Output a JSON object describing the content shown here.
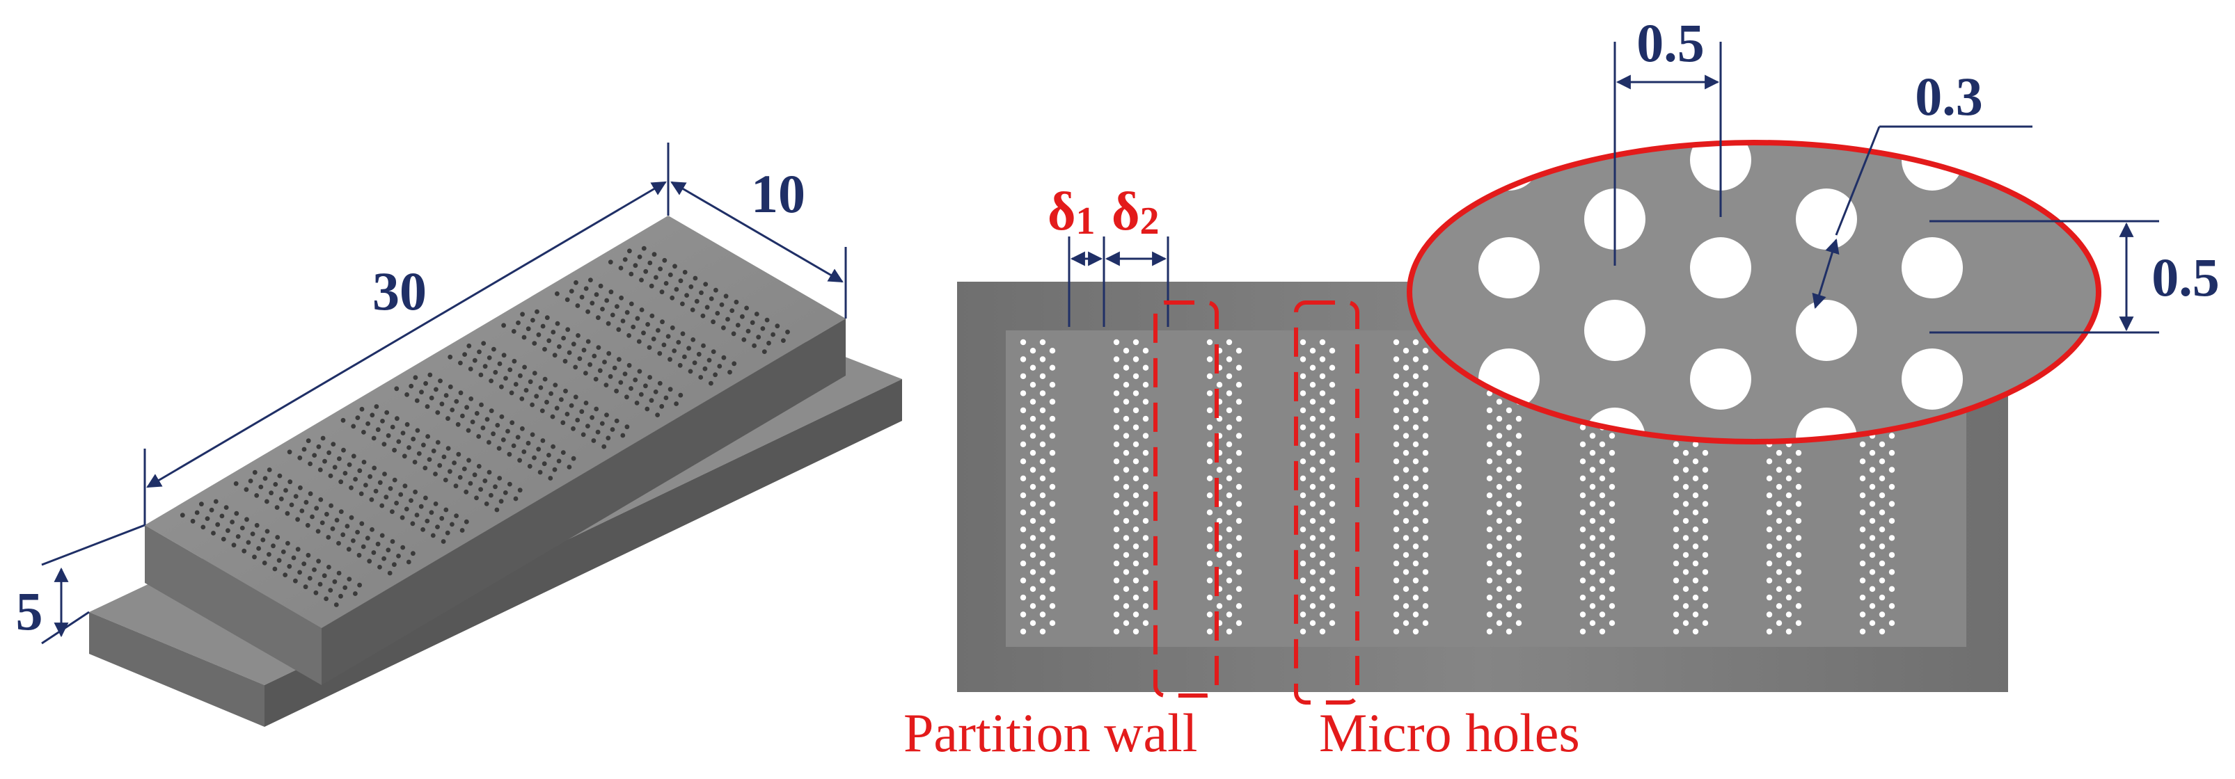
{
  "labels": {
    "length": "30",
    "width": "10",
    "height": "5",
    "delta1_sym": "δ",
    "delta1_sub": "1",
    "delta2_sym": "δ",
    "delta2_sub": "2",
    "partition_wall": "Partition wall",
    "micro_holes": "Micro holes",
    "pitch_horizontal": "0.5",
    "hole_diameter": "0.3",
    "pitch_vertical": "0.5"
  },
  "colors": {
    "dimension": "#1f2f66",
    "highlight": "#e31b1b",
    "metal_top": "#8f8f8f",
    "metal_front": "#6a6a6a",
    "metal_side": "#555555",
    "plate": "#8a8a8a",
    "hole": "#ffffff"
  },
  "isometric_view": {
    "hole_groups": 9
  },
  "top_view": {
    "hole_columns": 10,
    "hole_rows": 18
  },
  "zoom_view": {
    "hole_pattern": "staggered"
  }
}
